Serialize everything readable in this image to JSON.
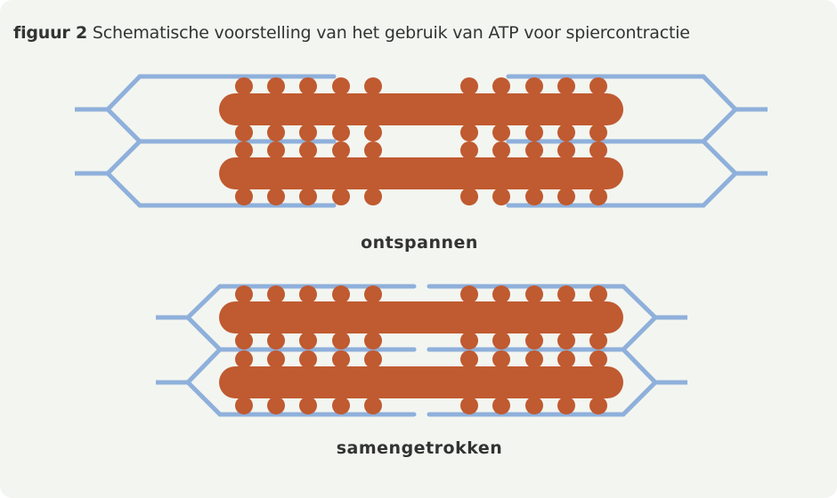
{
  "caption": {
    "number": "figuur 2",
    "text": "Schematische voorstelling van het gebruik van ATP voor spiercontractie"
  },
  "states": [
    {
      "id": "relaxed",
      "label": "ontspannen"
    },
    {
      "id": "contracted",
      "label": "samengetrokken"
    }
  ],
  "colors": {
    "background": "#f3f5f0",
    "myosin": "#c05a30",
    "actin": "#8fb0db",
    "text": "#333333"
  }
}
